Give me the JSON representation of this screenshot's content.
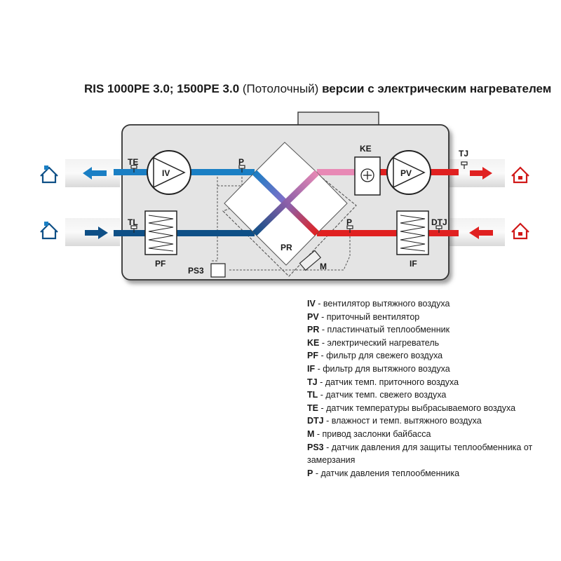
{
  "title": {
    "model_bold": "RIS 1000PE 3.0; 1500PE 3.0",
    "mount": "(Потолочный)",
    "variant_bold": "версии с электрическим нагревателем"
  },
  "diagram": {
    "labels": {
      "te": "TE",
      "iv": "IV",
      "p_top": "P",
      "ke": "KE",
      "pv": "PV",
      "tj": "TJ",
      "tl": "TL",
      "pf": "PF",
      "pr": "PR",
      "p_bottom": "P",
      "dtj": "DTJ",
      "if": "IF",
      "ps3": "PS3",
      "m": "M"
    },
    "colors": {
      "cold": "#1a7fc4",
      "cold_dark": "#0e4f86",
      "hot": "#e02020",
      "pink": "#e889b5",
      "housing": "#e4e4e4"
    }
  },
  "legend": [
    {
      "code": "IV",
      "text": " - вентилятор вытяжного воздуха"
    },
    {
      "code": "PV",
      "text": " - приточный вентилятор"
    },
    {
      "code": "PR",
      "text": " - пластинчатый теплообменник"
    },
    {
      "code": "KE",
      "text": " - электрический нагреватель"
    },
    {
      "code": "PF",
      "text": " - фильтр для свежего воздуха"
    },
    {
      "code": "IF",
      "text": " - фильтр для вытяжного воздуха"
    },
    {
      "code": "TJ",
      "text": " - датчик темп. приточного воздуха"
    },
    {
      "code": "TL",
      "text": " - датчик темп. свежего воздуха"
    },
    {
      "code": "TE",
      "text": " - датчик температуры выбрасываемого воздуха"
    },
    {
      "code": "DTJ",
      "text": " - влажност и темп. вытяжного воздуха"
    },
    {
      "code": "M",
      "text": " - привод заслонки байбасса"
    },
    {
      "code": "PS3",
      "text": " - датчик давления для защиты теплообменника от замерзания"
    },
    {
      "code": "P",
      "text": " - датчик давления теплообменника"
    }
  ]
}
